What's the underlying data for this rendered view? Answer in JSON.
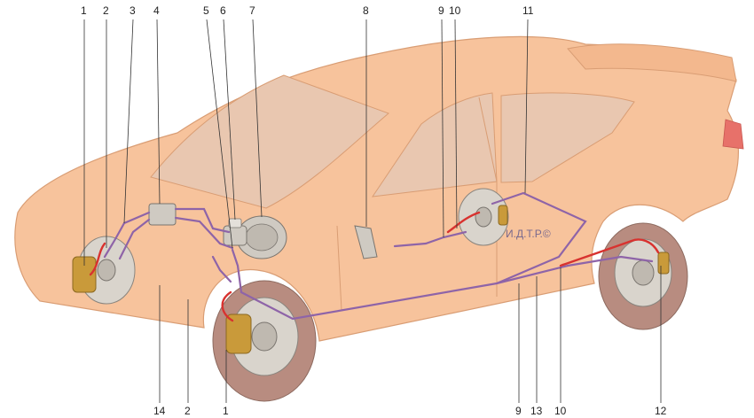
{
  "diagram": {
    "colors": {
      "body": "#f7c39c",
      "body_stroke": "#d99d74",
      "glass": "#e9c7b0",
      "brake_line": "#8e64a8",
      "hose": "#d8322f",
      "caliper": "#c99a3a",
      "disc": "#d9d4cc",
      "tire": "#b88c80"
    },
    "watermark": "И.Д.Т.Р.©",
    "callouts_top": [
      "1",
      "2",
      "3",
      "4",
      "5",
      "6",
      "7",
      "8",
      "9",
      "10",
      "11"
    ],
    "callouts_bottom": [
      "14",
      "2",
      "1",
      "9",
      "13",
      "10",
      "12"
    ]
  }
}
